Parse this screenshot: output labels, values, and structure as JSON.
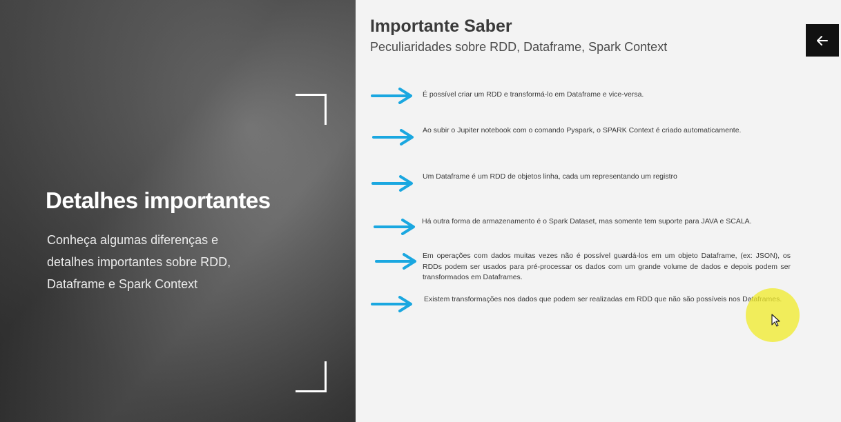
{
  "left": {
    "title": "Detalhes importantes",
    "subtitle": "Conheça algumas diferenças e detalhes importantes sobre RDD, Dataframe e Spark Context"
  },
  "right": {
    "heading": "Importante Saber",
    "subheading": "Peculiaridades sobre RDD, Dataframe, Spark Context",
    "bullets": [
      "É possível criar um RDD e transformá-lo em Dataframe e vice-versa.",
      "Ao subir o Jupiter notebook com o comando Pyspark, o SPARK Context é criado automaticamente.",
      "Um Dataframe é um RDD de objetos linha, cada um representando um registro",
      "Há outra forma de armazenamento é o Spark Dataset, mas somente tem suporte para JAVA e SCALA.",
      "Em operações com dados muitas vezes não é possível guardá-los em um objeto Dataframe, (ex: JSON), os RDDs podem ser usados para pré-processar os dados com um grande volume de dados e depois podem ser transformados em Dataframes.",
      "Existem transformações nos dados que podem ser realizadas em RDD que não são possíveis nos Dataframes."
    ]
  },
  "icons": {
    "back": "arrow-left-icon",
    "bullet": "arrow-right-icon",
    "cursor": "mouse-pointer-icon"
  },
  "colors": {
    "accent_arrow": "#1aa7e0",
    "back_button_bg": "#111111",
    "cursor_highlight": "#f0eb28"
  }
}
